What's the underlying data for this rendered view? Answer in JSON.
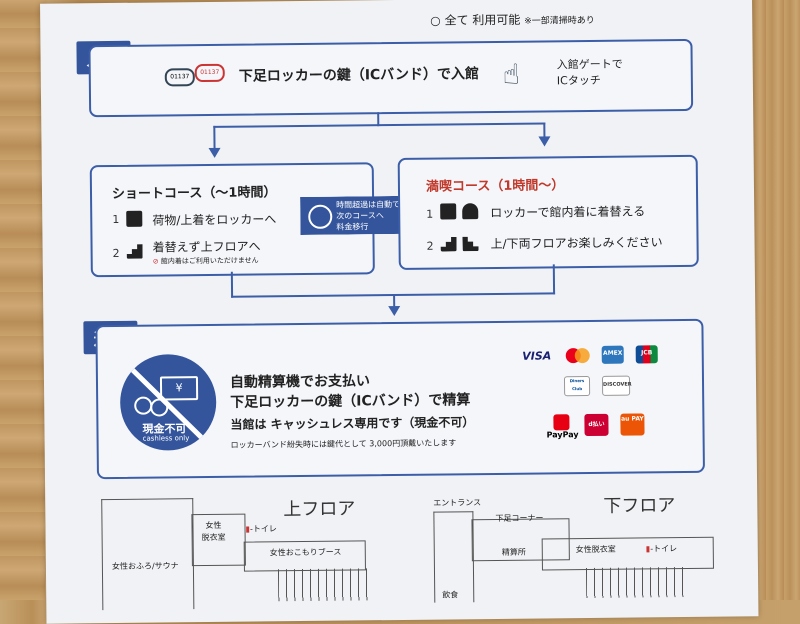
{
  "top": {
    "availability": "全て 利用可能",
    "availability_note": "※一部清掃時あり"
  },
  "entry": {
    "tag": "入館",
    "main_text": "下足ロッカーの鍵（ICバンド）で入館",
    "gate_text_1": "入館ゲートで",
    "gate_text_2": "ICタッチ",
    "band_number": "01137"
  },
  "short_course": {
    "title": "ショートコース（〜1時間）",
    "step1_num": "1",
    "step1": "荷物/上着をロッカーへ",
    "step2_num": "2",
    "step2": "着替えず上フロアへ",
    "note": "館内着はご利用いただけません"
  },
  "transfer": {
    "line1": "時間超過は自動で",
    "line2": "次のコースへ",
    "line3": "料金移行"
  },
  "full_course": {
    "title": "満喫コース（1時間〜）",
    "step1_num": "1",
    "step1": "ロッカーで館内着に着替える",
    "step2_num": "2",
    "step2": "上/下両フロアお楽しみください"
  },
  "exit": {
    "tag": "退館",
    "line1": "自動精算機でお支払い",
    "line2": "下足ロッカーの鍵（ICバンド）で精算",
    "cashless_prefix": "当館は",
    "cashless_main": "キャッシュレス専用です（現金不可）",
    "lost_note": "ロッカーバンド紛失時には鍵代として 3,000円頂戴いたします",
    "no_cash_jp": "現金不可",
    "no_cash_en": "cashless only",
    "yen": "¥",
    "payments": [
      "VISA",
      "mastercard",
      "AMEX",
      "JCB",
      "Diners Club",
      "DISCOVER",
      "PayPay",
      "d払い",
      "au PAY"
    ]
  },
  "floor_up": {
    "title": "上フロア",
    "women_locker_1": "女性",
    "women_locker_2": "脱衣室",
    "toilet": "トイレ",
    "bath": "女性おふろ/サウナ",
    "booth": "女性おこもりブース"
  },
  "floor_down": {
    "title": "下フロア",
    "entrance": "エントランス",
    "shoe_corner": "下足コーナー",
    "payment": "精算所",
    "women_locker": "女性脱衣室",
    "toilet": "トイレ",
    "food": "飲食"
  },
  "colors": {
    "accent": "#34559c",
    "paper": "#f0f2f5"
  }
}
